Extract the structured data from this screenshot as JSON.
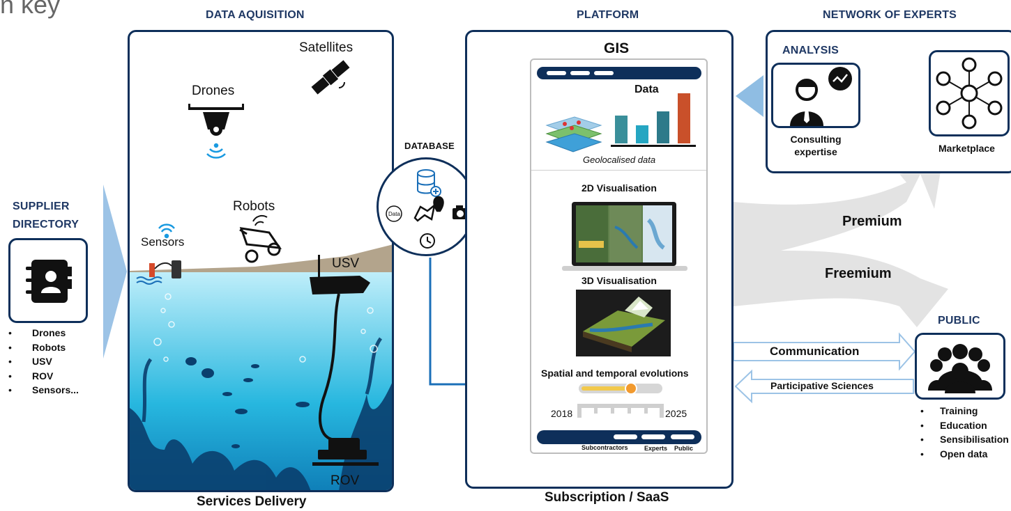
{
  "corner_text": "n key",
  "headers": {
    "data_acquisition": "DATA AQUISITION",
    "platform": "PLATFORM",
    "network": "NETWORK OF EXPERTS",
    "supplier": "SUPPLIER DIRECTORY",
    "public": "PUBLIC",
    "analysis": "ANALYSIS",
    "database": "DATABASE",
    "gis": "GIS"
  },
  "acquisition": {
    "satellites": "Satellites",
    "drones": "Drones",
    "robots": "Robots",
    "sensors": "Sensors",
    "usv": "USV",
    "rov": "ROV"
  },
  "supplier_list": [
    "Drones",
    "Robots",
    "USV",
    "ROV",
    "Sensors..."
  ],
  "gis": {
    "data_title": "Data",
    "geoloc": "Geolocalised data",
    "vis2d": "2D Visualisation",
    "vis3d": "3D Visualisation",
    "spatial": "Spatial and temporal evolutions",
    "year_start": "2018",
    "year_end": "2025",
    "nav_subcontractors": "Subcontractors",
    "nav_experts": "Experts",
    "nav_public": "Public",
    "bar_colors": [
      "#3a8f9a",
      "#25a6c2",
      "#2d7a8a",
      "#c9502a"
    ]
  },
  "network": {
    "consulting": "Consulting expertise",
    "marketplace": "Marketplace"
  },
  "flows": {
    "premium": "Premium",
    "freemium": "Freemium",
    "communication": "Communication",
    "participative": "Participative Sciences"
  },
  "public_list": [
    "Training",
    "Education",
    "Sensibilisation",
    "Open data"
  ],
  "footers": {
    "services": "Services Delivery",
    "subscription": "Subscription / SaaS"
  },
  "colors": {
    "navy": "#0e2f5a",
    "header_blue": "#1f3864",
    "arrow_blue": "#1a6fb8",
    "light_arrow": "#9cc3e6",
    "grey_flow": "#dcdcdc"
  }
}
